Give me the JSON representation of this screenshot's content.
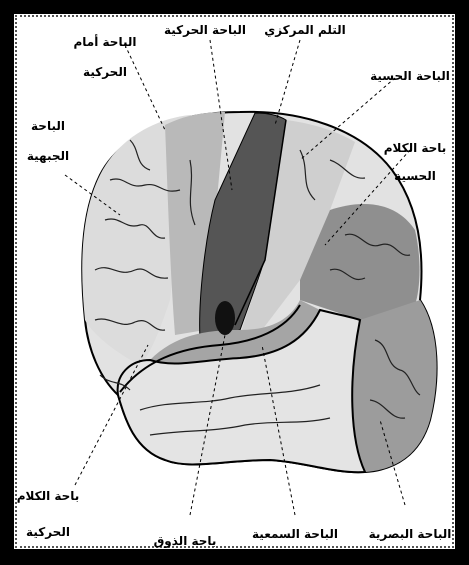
{
  "labels": {
    "premotor_area": "الباحة أمام الحركية",
    "motor_area": "الباحة الحركية",
    "central_sulcus": "التلم المركزي",
    "sensory_area": "الباحة الحسية",
    "frontal_area": "الباحة الجبهية",
    "sensory_speech_area": "باحة الكلام الحسية",
    "motor_speech_area": "باحة الكلام الحركية",
    "taste_area": "باحة الذوق",
    "auditory_area": "الباحة السمعية",
    "visual_area": "الباحة البصرية"
  },
  "colors": {
    "frame": "#000000",
    "lobe_light": "#d9d9d9",
    "premotor": "#b8b8b8",
    "motor": "#555555",
    "sensory": "#cfcfcf",
    "speech_sensory": "#8f8f8f",
    "visual": "#9a9a9a",
    "temporal": "#e0e0e0",
    "insula": "#a0a0a0",
    "taste_spot": "#111111"
  }
}
